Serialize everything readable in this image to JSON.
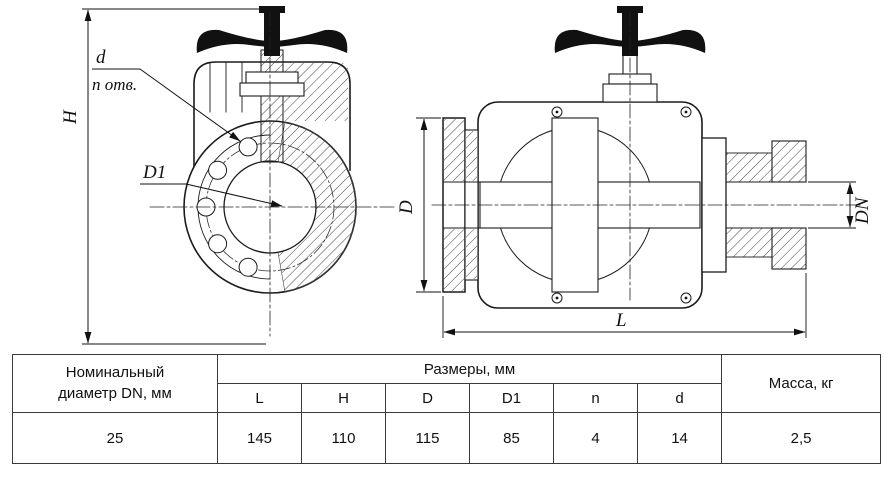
{
  "drawing": {
    "front_view_labels": {
      "H": "H",
      "d": "d",
      "n_holes": "n отв.",
      "D1": "D1"
    },
    "side_view_labels": {
      "D": "D",
      "DN": "DN",
      "L": "L"
    }
  },
  "table": {
    "col1_header": "Номинальный диаметр DN, мм",
    "sizes_header": "Размеры, мм",
    "mass_header": "Масса, кг",
    "size_columns": [
      "L",
      "H",
      "D",
      "D1",
      "n",
      "d"
    ],
    "values": [
      "25",
      "145",
      "110",
      "115",
      "85",
      "4",
      "14",
      "2,5"
    ]
  }
}
